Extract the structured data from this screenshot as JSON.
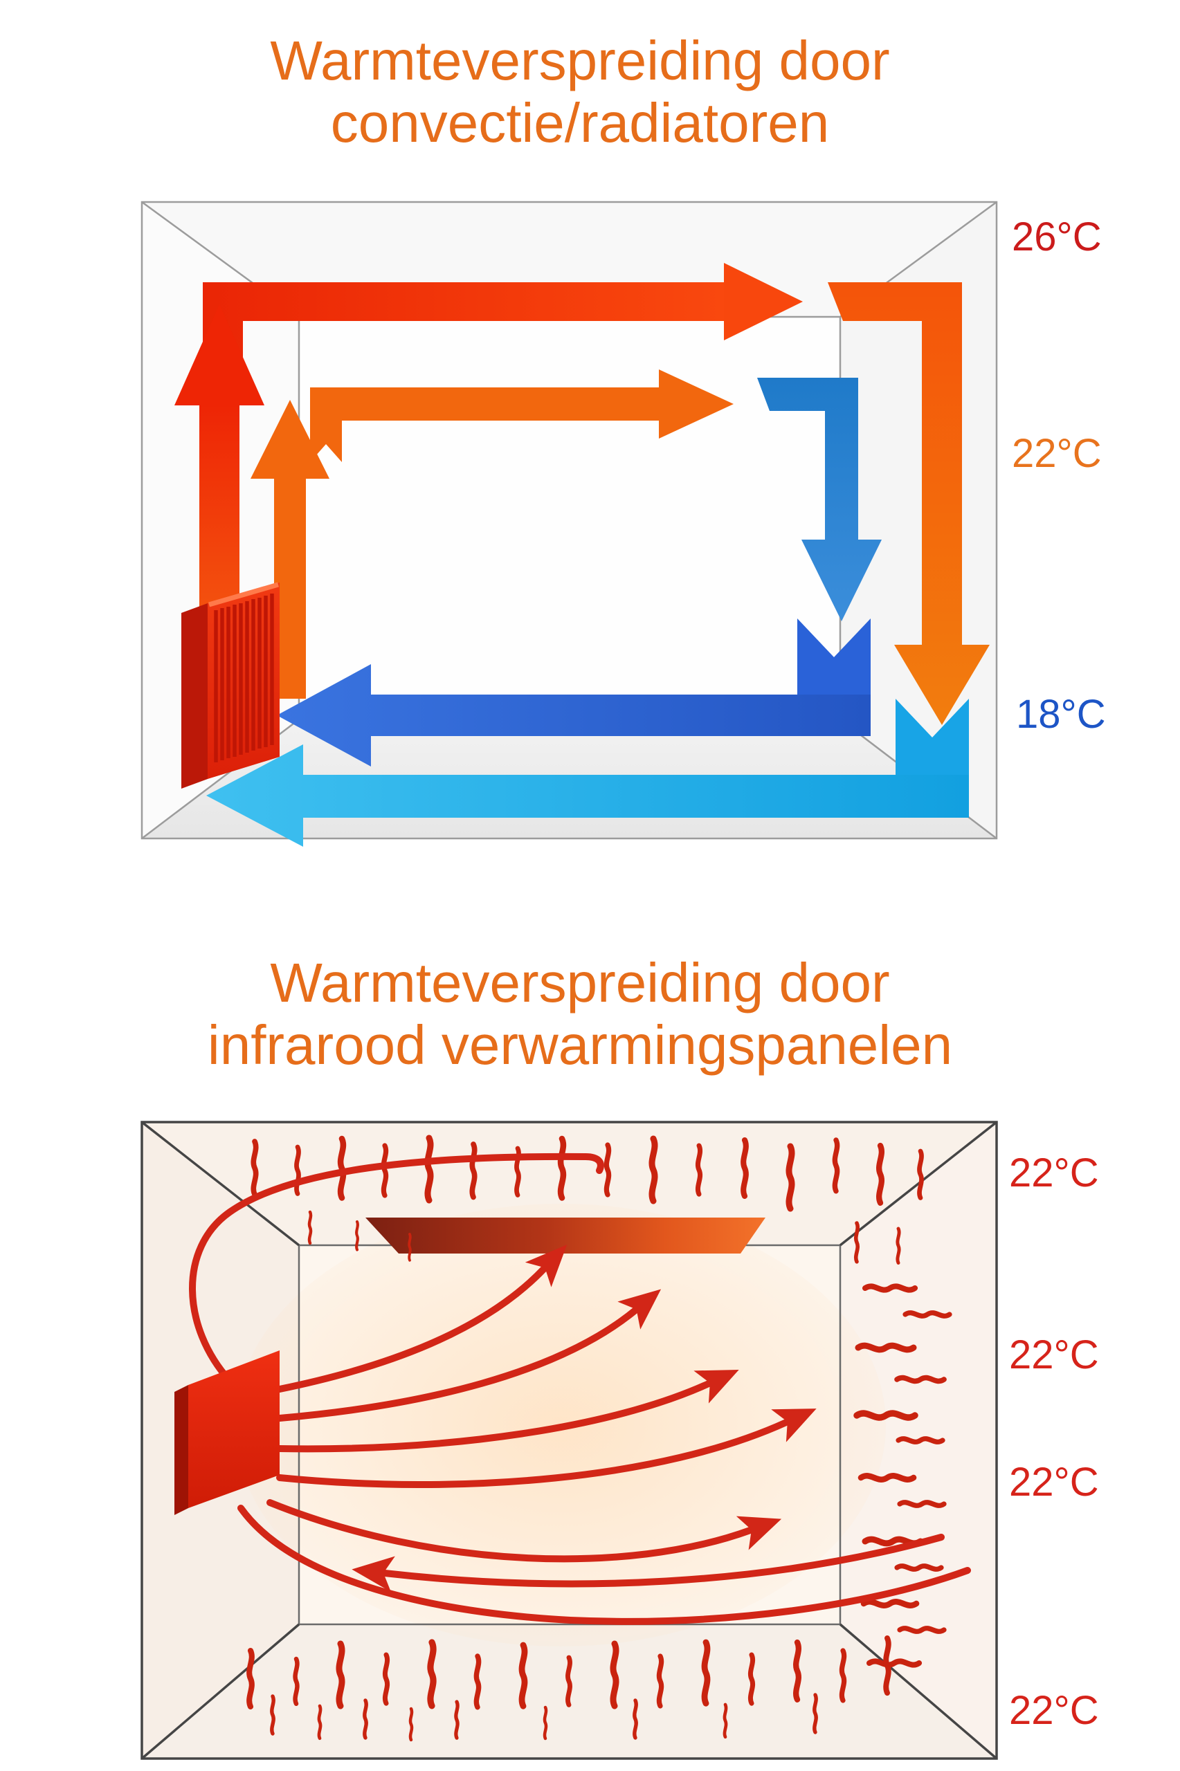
{
  "page": {
    "background_color": "#ffffff"
  },
  "colors": {
    "title_orange": "#e66d1a",
    "hot_red": "#ee2505",
    "hot_orange": "#f2670e",
    "cool_blue_dark": "#2a62d8",
    "cool_blue_mid": "#2577cf",
    "cool_blue_light": "#18a4e6",
    "radiator_red": "#e6260c",
    "infrared_red": "#d22617",
    "heat_wave_red": "#c9230f",
    "room_outline_light": "#9c9c9c",
    "room_outline_dark": "#454545"
  },
  "diagrams": [
    {
      "id": "convection-radiators",
      "title_line1": "Warmteverspreiding door",
      "title_line2": "convectie/radiatoren",
      "title_color": "#e66d1a",
      "heat_source": "wall radiator",
      "temperatures": [
        {
          "label": "26°C",
          "color": "#cb1b1b",
          "position": "top-right-ceiling-level"
        },
        {
          "label": "22°C",
          "color": "#e8731d",
          "position": "middle-right-mid-level"
        },
        {
          "label": "18°C",
          "color": "#1d55c6",
          "position": "bottom-right-floor-level"
        }
      ],
      "flows": [
        {
          "name": "hot-air-rising-at-radiator-outer",
          "color": "#ee2505",
          "direction": "up"
        },
        {
          "name": "hot-air-rising-at-radiator-inner",
          "color": "#f2670e",
          "direction": "up"
        },
        {
          "name": "hot-air-along-ceiling-outer",
          "color": "#f03008",
          "direction": "right"
        },
        {
          "name": "hot-air-along-ceiling-inner",
          "color": "#f2670e",
          "direction": "right"
        },
        {
          "name": "air-descending-right-wall-outer",
          "color": "#f1670f",
          "direction": "down"
        },
        {
          "name": "air-descending-back-corner-inner",
          "color": "#2577cf",
          "direction": "down"
        },
        {
          "name": "cool-air-return-floor-inner",
          "color": "#2a62d8",
          "direction": "left"
        },
        {
          "name": "cool-air-return-floor-outer",
          "color": "#18a4e6",
          "direction": "left"
        }
      ]
    },
    {
      "id": "infrared-panels",
      "title_line1": "Warmteverspreiding door",
      "title_line2": "infrarood verwarmingspanelen",
      "title_color": "#e66d1a",
      "heat_source": "infrared heating panels (ceiling panel + wall panel)",
      "temperatures": [
        {
          "label": "22°C",
          "color": "#d6231a",
          "position": "top-right-ceiling-level"
        },
        {
          "label": "22°C",
          "color": "#d6231a",
          "position": "upper-middle-right"
        },
        {
          "label": "22°C",
          "color": "#d6231a",
          "position": "lower-middle-right"
        },
        {
          "label": "22°C",
          "color": "#d6231a",
          "position": "bottom-right-floor-level"
        }
      ],
      "flows": [
        {
          "name": "radiant-heat-waves-ceiling",
          "color": "#c9230f"
        },
        {
          "name": "radiant-heat-waves-right-wall",
          "color": "#c9230f"
        },
        {
          "name": "radiant-heat-waves-floor",
          "color": "#c9230f"
        },
        {
          "name": "radiant-rays-from-wall-panel",
          "color": "#d22617"
        }
      ]
    }
  ]
}
